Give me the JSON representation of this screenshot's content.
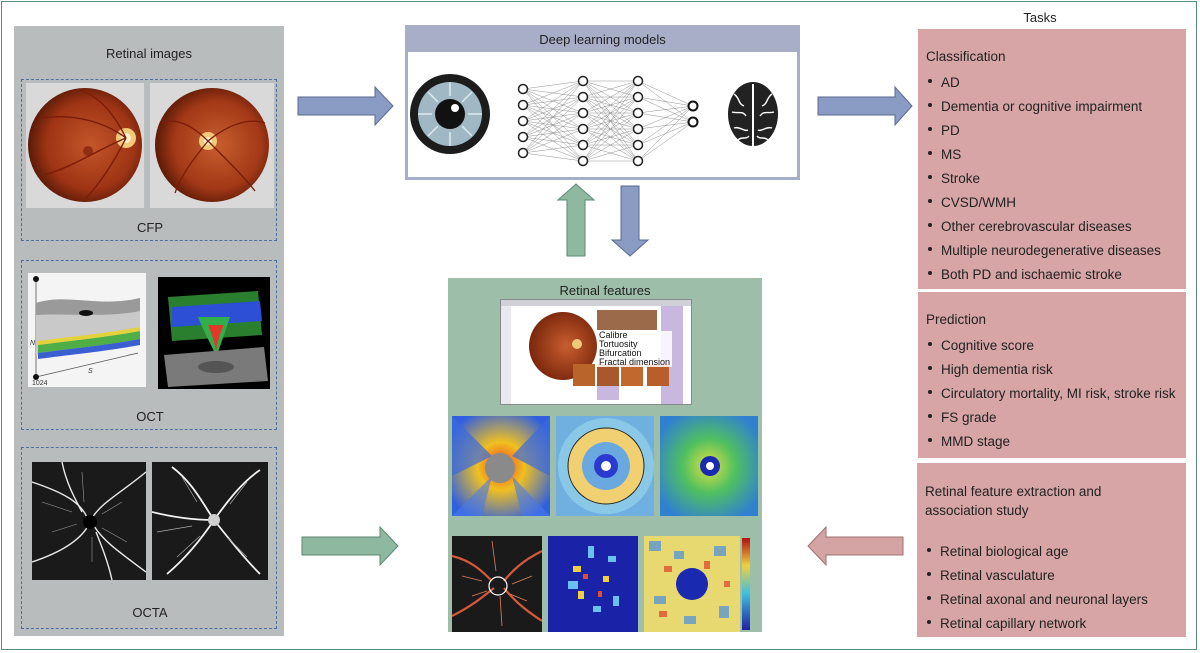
{
  "left_panel": {
    "title": "Retinal images",
    "groups": [
      {
        "label": "CFP"
      },
      {
        "label": "OCT",
        "axis_n": "N",
        "axis_s": "S",
        "axis_1024": "1024"
      },
      {
        "label": "OCTA"
      }
    ]
  },
  "deep_learning": {
    "title": "Deep learning models"
  },
  "retinal_features": {
    "title": "Retinal features",
    "metrics": [
      "Calibre",
      "Tortuosity",
      "Bifurcation",
      "Fractal dimension"
    ]
  },
  "tasks": {
    "header": "Tasks",
    "classification": {
      "title": "Classification",
      "items": [
        "AD",
        "Dementia or cognitive impairment",
        "PD",
        "MS",
        "Stroke",
        "CVSD/WMH",
        "Other cerebrovascular diseases",
        "Multiple neurodegenerative diseases",
        "Both PD and ischaemic stroke"
      ]
    },
    "prediction": {
      "title": "Prediction",
      "items": [
        "Cognitive score",
        "High dementia risk",
        "Circulatory mortality, MI risk, stroke risk",
        "FS grade",
        "MMD stage"
      ]
    },
    "extraction": {
      "title_line1": "Retinal feature extraction and",
      "title_line2": "association study",
      "items": [
        "Retinal biological age",
        "Retinal vasculature",
        "Retinal axonal and neuronal layers",
        "Retinal capillary network"
      ]
    }
  },
  "colors": {
    "left_panel": "#b9bcbd",
    "dl_header": "#a9aec8",
    "features_panel": "#9dbfa9",
    "tasks_box": "#d7a5a6",
    "arrow_blue": "#8a9cc4",
    "arrow_green": "#8fb8a0",
    "arrow_pink": "#d4a3a4"
  },
  "icons": [
    "eye-icon",
    "neural-network-icon",
    "brain-icon",
    "arrow-right-icon",
    "arrow-left-icon",
    "arrow-up-icon",
    "arrow-down-icon"
  ]
}
